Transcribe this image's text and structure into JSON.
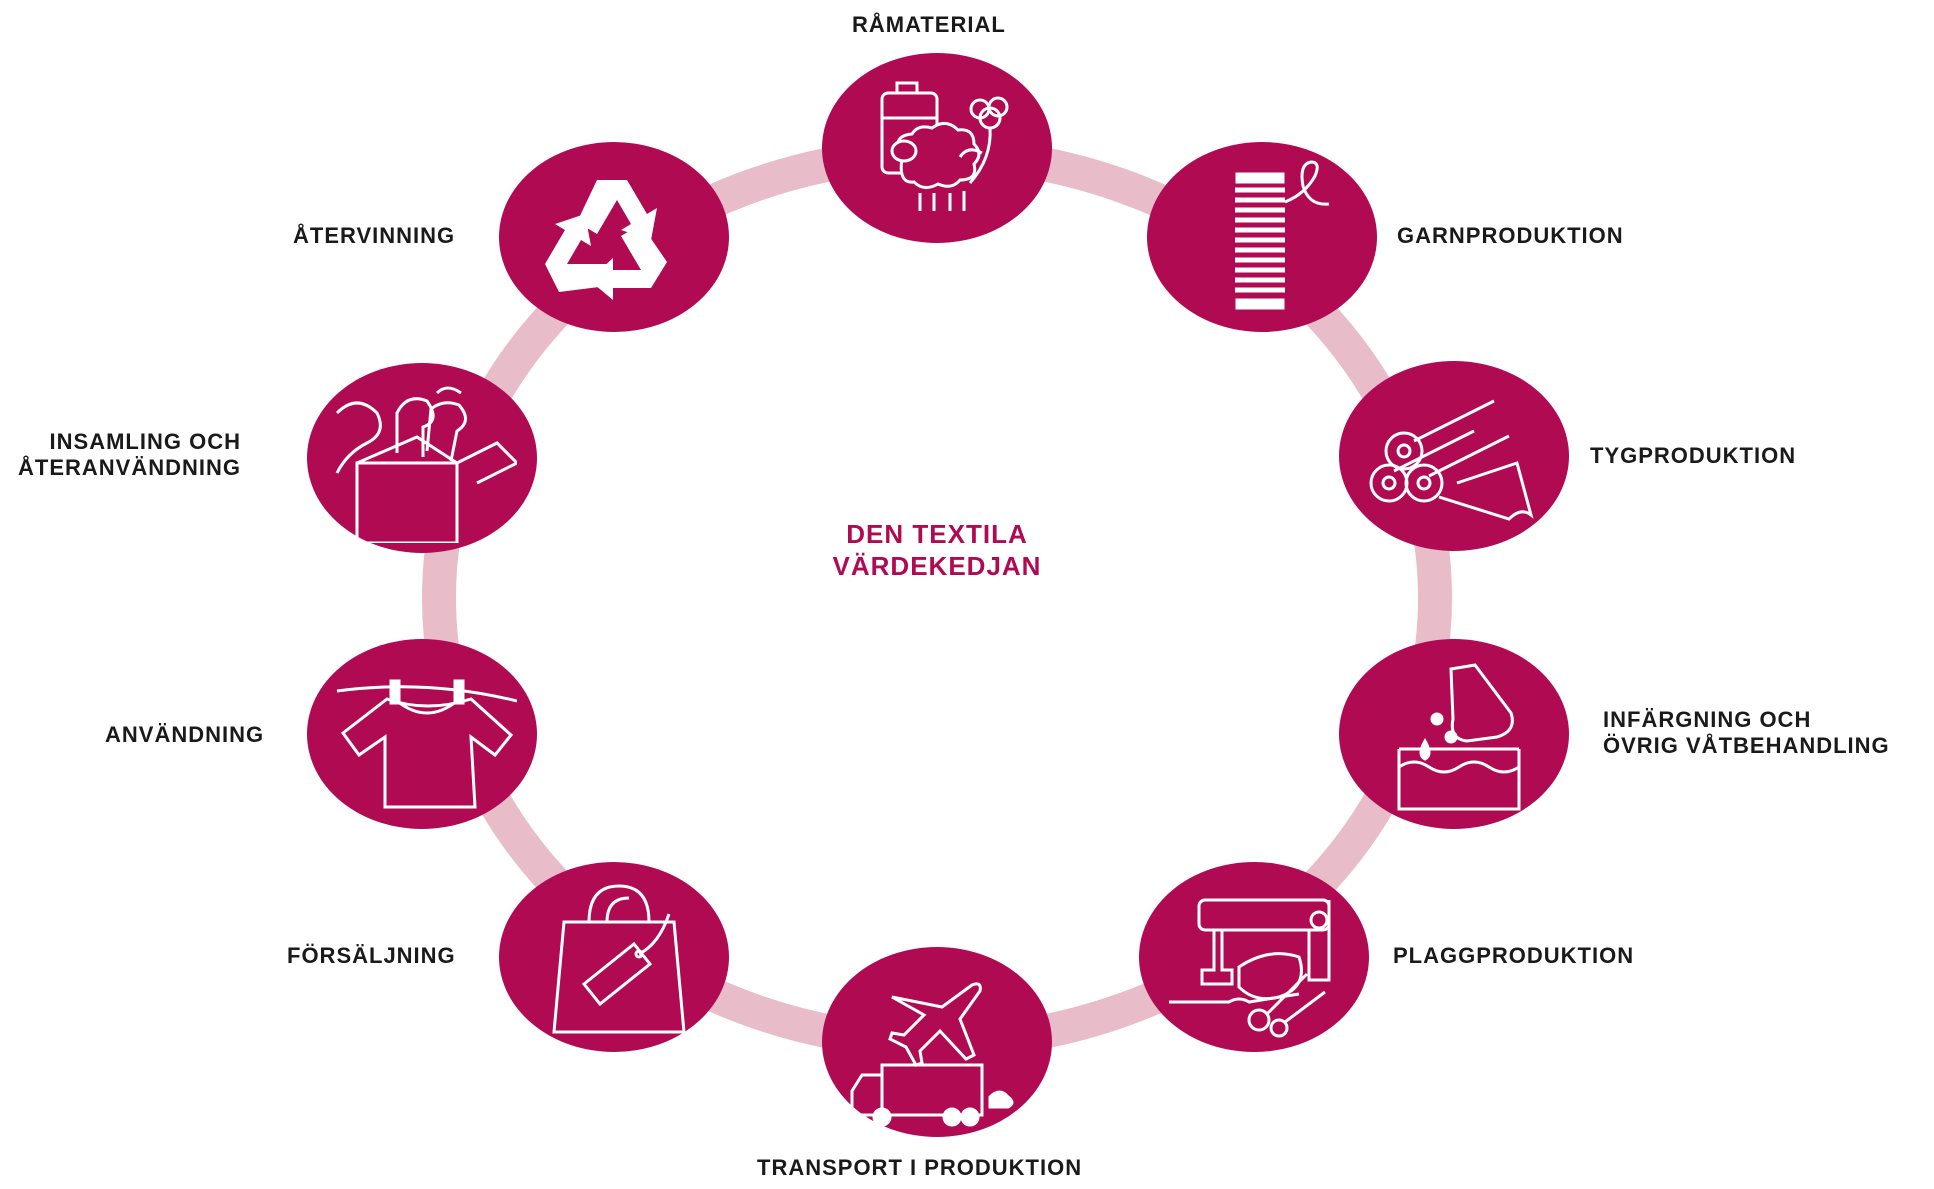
{
  "colors": {
    "node": "#b00a52",
    "ring": "#e8bcc8",
    "center_text": "#b00a52",
    "label_text": "#1a1a1a"
  },
  "center": {
    "line1": "DEN TEXTILA",
    "line2": "VÄRDEKEDJAN"
  },
  "stages": [
    {
      "key": "ramaterial",
      "label": "RÅMATERIAL",
      "icon": "sheep-cotton-canister-icon"
    },
    {
      "key": "garnproduktion",
      "label": "GARNPRODUKTION",
      "icon": "yarn-spool-icon"
    },
    {
      "key": "tygproduktion",
      "label": "TYGPRODUKTION",
      "icon": "fabric-rolls-icon"
    },
    {
      "key": "infargning",
      "label_lines": [
        "INFÄRGNING OCH",
        "ÖVRIG VÅTBEHANDLING"
      ],
      "icon": "dye-beaker-icon"
    },
    {
      "key": "plaggproduktion",
      "label": "PLAGGPRODUKTION",
      "icon": "sewing-machine-icon"
    },
    {
      "key": "transport",
      "label": "TRANSPORT I PRODUKTION",
      "icon": "plane-truck-icon"
    },
    {
      "key": "forsaljning",
      "label": "FÖRSÄLJNING",
      "icon": "shopping-bag-icon"
    },
    {
      "key": "anvandning",
      "label": "ANVÄNDNING",
      "icon": "shirt-on-line-icon"
    },
    {
      "key": "insamling",
      "label_lines": [
        "INSAMLING OCH",
        "ÅTERANVÄNDNING"
      ],
      "icon": "collection-box-icon"
    },
    {
      "key": "atervinning",
      "label": "ÅTERVINNING",
      "icon": "recycle-icon"
    }
  ]
}
